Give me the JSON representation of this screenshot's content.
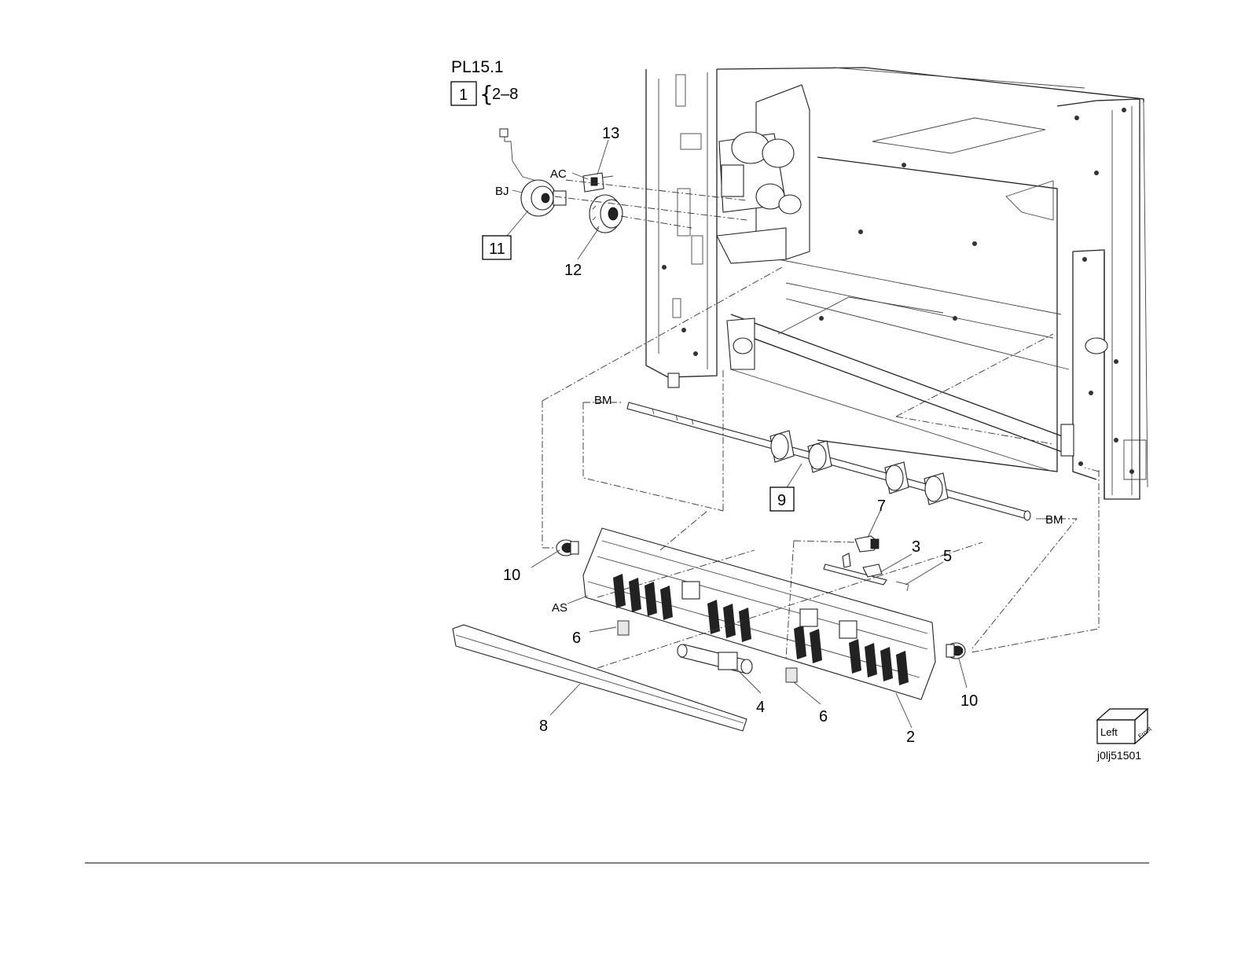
{
  "diagram": {
    "plate_id": "PL15.1",
    "kit_box": "1",
    "kit_range": "2–8",
    "figure_id": "j0lj51501",
    "orientation_badge": {
      "left": "Left",
      "front": "Front"
    },
    "callouts": {
      "c1": "13",
      "c2": "12",
      "c3": "11",
      "c4": "9",
      "c5": "7",
      "c6": "3",
      "c7": "5",
      "c8": "10",
      "c9": "10",
      "c10": "6",
      "c11": "6",
      "c12": "4",
      "c13": "8",
      "c14": "2"
    },
    "connectors": {
      "ac": "AC",
      "bj": "BJ",
      "bm_left": "BM",
      "bm_right": "BM",
      "as": "AS"
    }
  }
}
